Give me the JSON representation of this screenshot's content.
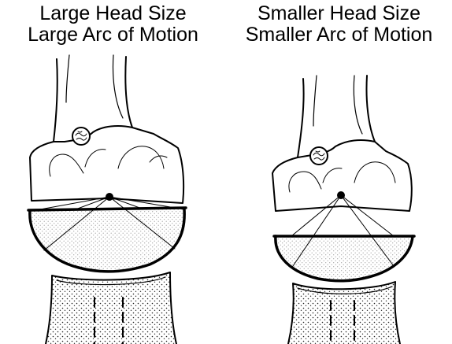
{
  "panels": [
    {
      "title_line1": "Large Head Size",
      "title_line2": "Large Arc of Motion"
    },
    {
      "title_line1": "Smaller Head Size",
      "title_line2": "Smaller Arc of Motion"
    }
  ],
  "colors": {
    "ink": "#000000",
    "background": "#ffffff",
    "stipple": "#999999"
  }
}
